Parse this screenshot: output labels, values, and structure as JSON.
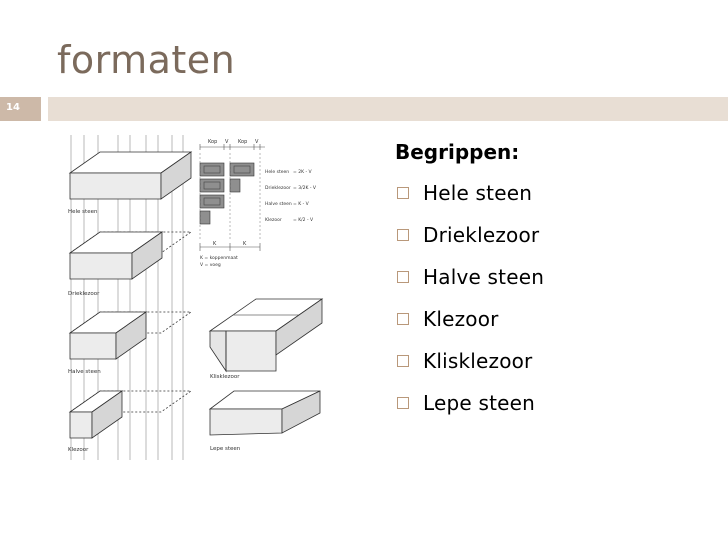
{
  "slide": {
    "title": "formaten",
    "page_number": "14"
  },
  "content": {
    "heading": "Begrippen:",
    "items": [
      "Hele steen",
      "Drieklezoor",
      "Halve steen",
      "Klezoor",
      "Klisklezoor",
      "Lepe steen"
    ]
  },
  "figure": {
    "left_labels": [
      "Hele steen",
      "Drieklezoor",
      "Halve steen",
      "Klezoor"
    ],
    "right_labels": [
      "Klisklezoor",
      "Lepe steen"
    ],
    "header_labels": [
      "Kop",
      "V",
      "Kop",
      "V"
    ],
    "dim_rows": [
      "Hele steen",
      "= 2K - V",
      "Drieklezoor",
      "= 3/2K - V",
      "Halve steen",
      "= K - V",
      "Klezoor",
      "= K/2 - V"
    ],
    "bottom_labels": [
      "K",
      "K"
    ],
    "legend": [
      "K = koppenmaat",
      "V = voeg"
    ]
  },
  "colors": {
    "title": "#7b6a5c",
    "bar_left": "#cdb9a8",
    "bar_right": "#e8ded4",
    "bullet_border": "#b9987a"
  }
}
